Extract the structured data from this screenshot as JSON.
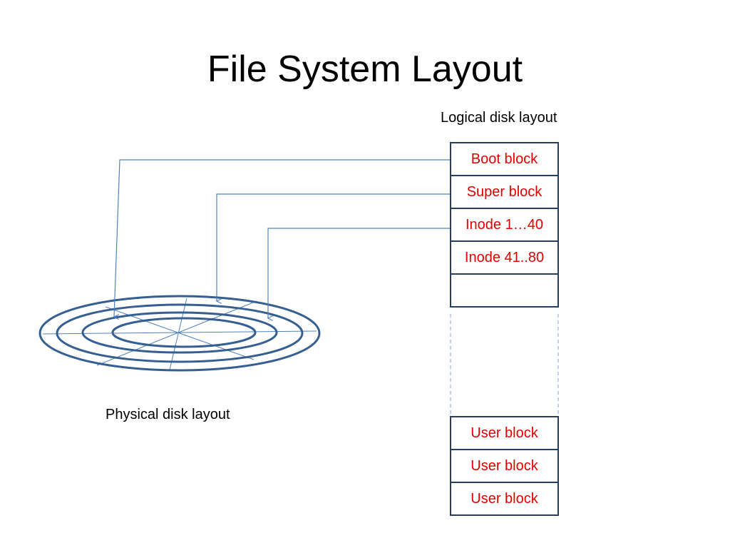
{
  "slide": {
    "title": "File System Layout"
  },
  "captions": {
    "logical": "Logical disk layout",
    "physical": "Physical disk layout"
  },
  "logical_blocks_top": [
    "Boot block",
    "Super block",
    "Inode 1…40",
    "Inode 41..80",
    ""
  ],
  "logical_blocks_bottom": [
    "User block",
    "User block",
    "User block"
  ],
  "colors": {
    "block_border": "#243f60",
    "block_text": "#e00000",
    "arrow": "#4f81bd",
    "disk_ring": "#365f91",
    "dashed": "#95b3d7"
  }
}
